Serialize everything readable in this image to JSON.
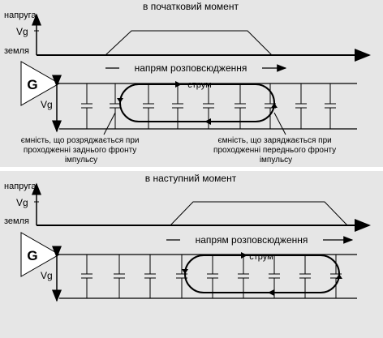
{
  "panels": [
    {
      "title": "в початковий момент",
      "axis_voltage_label": "напруга",
      "axis_ground_label": "земля",
      "vg_label": "Vg",
      "generator_label": "G",
      "line_vg_label": "Vg",
      "direction_label": "напрям розповсюдження",
      "current_label": "струм",
      "left_note": [
        "ємність, що розряджається при",
        "проходженні заднього фронту",
        "імпульсу"
      ],
      "right_note": [
        "ємність, що заряджається при",
        "проходженні переднього фронту",
        "імпульсу"
      ]
    },
    {
      "title": "в наступний момент",
      "axis_voltage_label": "напруга",
      "axis_ground_label": "земля",
      "vg_label": "Vg",
      "generator_label": "G",
      "line_vg_label": "Vg",
      "direction_label": "напрям розповсюдження",
      "current_label": "струм"
    }
  ]
}
